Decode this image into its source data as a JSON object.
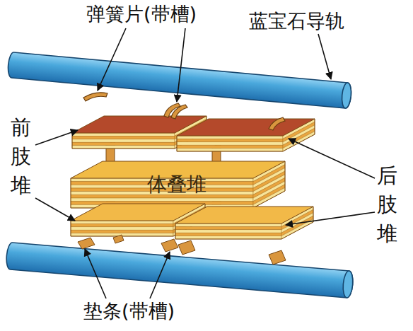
{
  "diagram": {
    "nodes": [
      {
        "text": [
          "体叠堆"
        ]
      }
    ],
    "labels": [
      "弹簧片(带槽)",
      "蓝宝石导轨",
      "前 肢 堆",
      "后 肢 堆",
      "垫条(带槽)"
    ]
  }
}
